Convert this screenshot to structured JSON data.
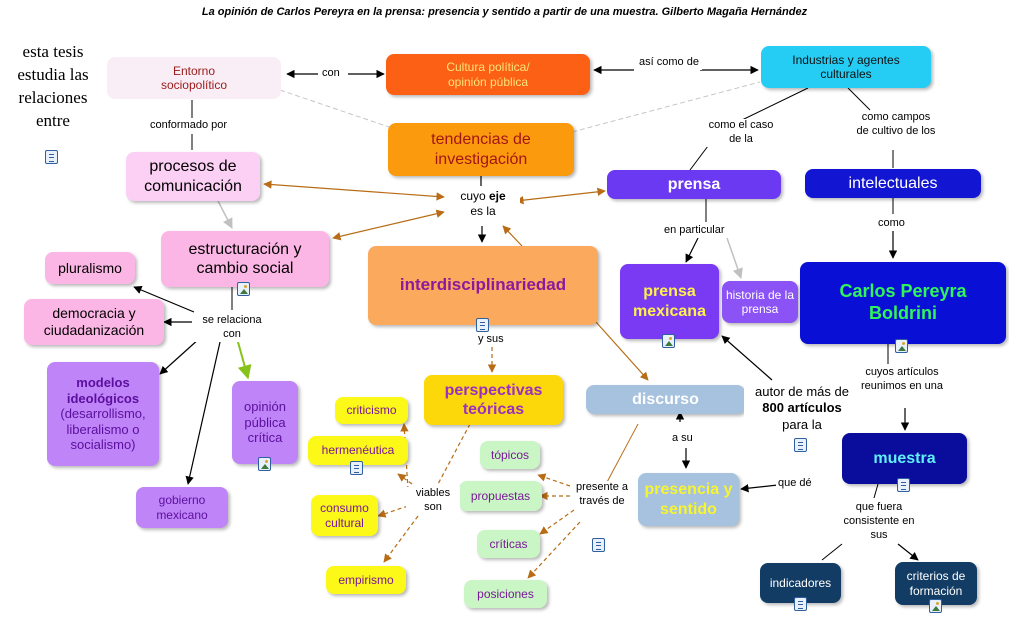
{
  "title": "La opinión de Carlos Pereyra en la prensa: presencia y sentido a partir de una muestra.  Gilberto Magaña Hernández",
  "intro": "esta tesis estudia las relaciones entre",
  "nodes": {
    "entorno": "Entorno sociopolítico",
    "cultura": "Cultura política/ opinión pública",
    "industrias": "Industrias y agentes culturales",
    "tendencias": "tendencias de investigación",
    "procesos": "procesos de comunicación",
    "prensa": "prensa",
    "intelectuales": "intelectuales",
    "estructuracion": "estructuración y cambio social",
    "interdisciplinariedad": "interdisciplinariedad",
    "prensa_mexicana": "prensa mexicana",
    "historia": "historia de la prensa",
    "carlos": "Carlos Pereyra Boldrini",
    "pluralismo": "pluralismo",
    "democracia": "democracia y ciudadanización",
    "modelos_title": "modelos ideológicos",
    "modelos_sub": "(desarrollismo, liberalismo o socialismo)",
    "opinion": "opinión pública crítica",
    "perspectivas": "perspectivas teóricas",
    "discurso": "discurso",
    "criticismo": "criticismo",
    "hermeneutica": "hermenéutica",
    "consumo": "consumo cultural",
    "empirismo": "empirismo",
    "topicos": "tópicos",
    "propuestas": "propuestas",
    "criticas": "críticas",
    "posiciones": "posiciones",
    "presencia": "presencia y sentido",
    "muestra": "muestra",
    "gobierno": "gobierno mexicano",
    "indicadores": "indicadores",
    "criterios": "criterios de formación"
  },
  "labels": {
    "con": "con",
    "asi_como_de": "así como de",
    "conformado_por": "conformado por",
    "como_el_caso": "como el caso de la",
    "como_campos": "como campos de cultivo de los",
    "cuyo_eje_pre": "cuyo ",
    "cuyo_eje_bold": "eje",
    "cuyo_eje_post": "es la",
    "en_particular": "en particular",
    "como": "como",
    "se_relaciona": "se relaciona con",
    "y_sus": "y sus",
    "cuyos_articulos": "cuyos artículos reunimos en una",
    "autor_pre": "autor de más de",
    "autor_bold": "800 artículos",
    "autor_post": "para la",
    "a_su": "a su",
    "presente": "presente a través de",
    "que_de": "que dé",
    "viables": "viables son",
    "que_fuera": "que fuera consistente en sus"
  },
  "colors": {
    "arrow_black": "#000000",
    "arrow_brown": "#b86c16",
    "arrow_gray": "#b8b8b8",
    "arrow_green": "#86c21a"
  }
}
